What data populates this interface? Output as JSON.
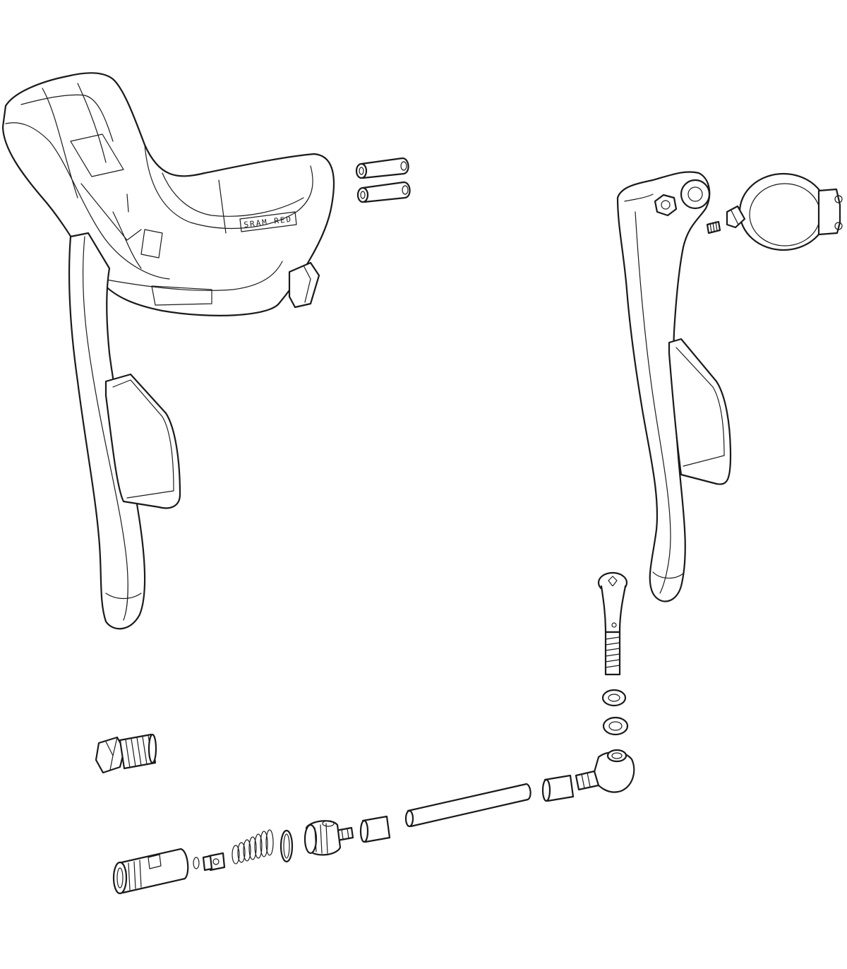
{
  "diagram": {
    "type": "exploded-parts-view",
    "line_color": "#1a1a1a",
    "background": "#ffffff",
    "brand_mark": "SRAM RED",
    "parts": [
      "shift-brake-lever-body",
      "lever-pivot-pins",
      "brake-lever-blade",
      "reservoir-cap",
      "pivot-bolt",
      "washer-upper",
      "washer-lower",
      "banjo-fitting",
      "compression-fitting",
      "hose-barb",
      "hydraulic-hose",
      "olive-sleeve",
      "piston-cup",
      "o-ring",
      "return-spring",
      "piston",
      "master-cylinder-bore",
      "barrel-adjuster-fitting"
    ]
  }
}
